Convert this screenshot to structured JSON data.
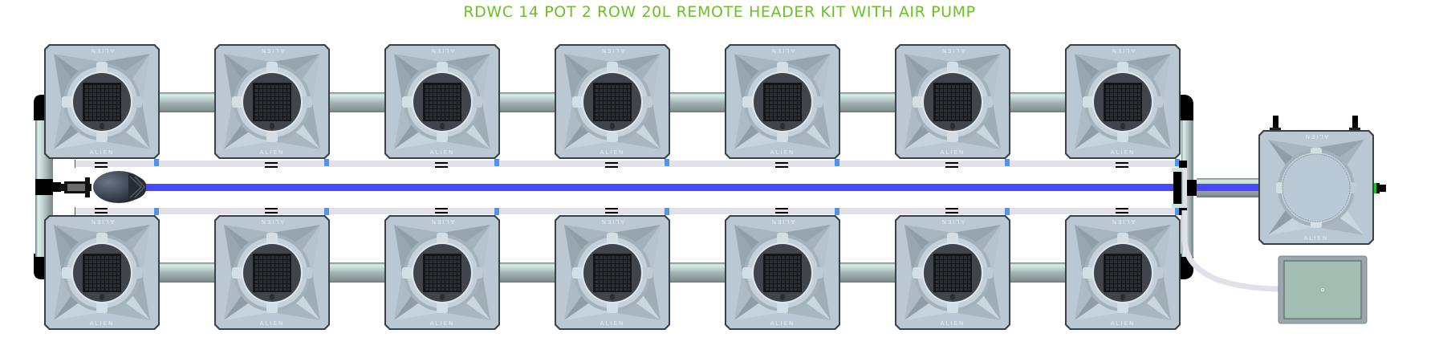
{
  "title": "RDWC 14 POT 2 ROW 20L REMOTE HEADER KIT WITH AIR PUMP",
  "kit": {
    "pot_count": 14,
    "rows": 2,
    "pots_per_row": 7,
    "pot_size": "20L",
    "pot_brand_label": "ALIEN",
    "header_pot_label": "ALIEN"
  },
  "components": {
    "grow_pots": {
      "label": "grow-pot",
      "icon": "mesh-basket-icon"
    },
    "header_pot": {
      "label": "remote-header-pot"
    },
    "air_pump": {
      "label": "air-pump"
    },
    "air_line": {
      "label": "air-line"
    },
    "drain_pump": {
      "label": "water-pump"
    },
    "top_pipe": {
      "label": "top-row-pipe"
    },
    "bottom_pipe": {
      "label": "bottom-row-pipe"
    },
    "return_tube_top": {
      "label": "return-tube-top"
    },
    "return_tube_bottom": {
      "label": "return-tube-bottom"
    }
  },
  "colors": {
    "title": "#6cbf28",
    "pot_body": "#b8c8d4",
    "pot_shadow": "#8c9aa4",
    "pot_lid": "#3f454b",
    "pipe_light": "#d9f1ea",
    "pipe_mid": "#a0aeb0",
    "pipe_dark": "#7a8789",
    "air_line": "#4a48ff",
    "return_tube": "#e1e1ea",
    "fitting_blue": "#4f95ea",
    "air_pump_body": "#a2bdb2",
    "air_pump_frame": "#9aa5ac",
    "fitting_black": "#000000",
    "indicator_green": "#22c020"
  }
}
